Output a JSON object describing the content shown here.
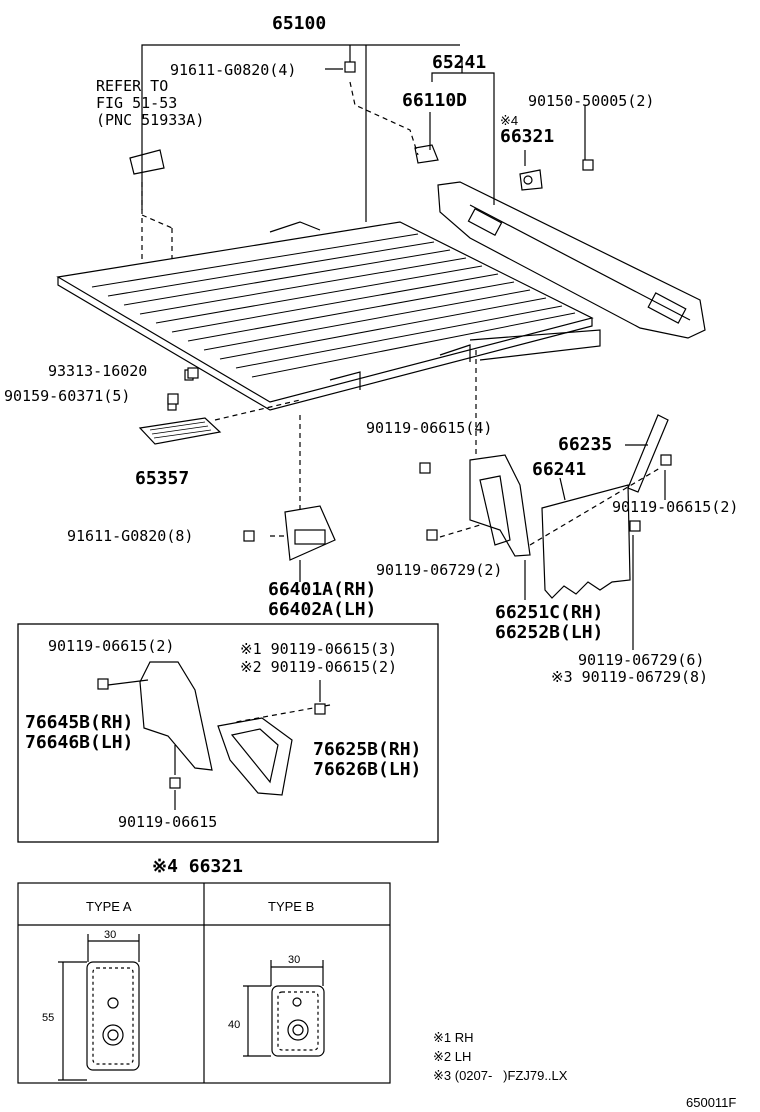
{
  "labels": {
    "p65100": "65100",
    "p65241": "65241",
    "p91611_top": "91611-G0820(4)",
    "refer1": "REFER TO",
    "refer2": "FIG 51-53",
    "refer3": "(PNC 51933A)",
    "p66110D": "66110D",
    "p90150": "90150-50005(2)",
    "mark4_a": "※4",
    "p66321": "66321",
    "p93313": "93313-16020",
    "p90159": "90159-60371(5)",
    "p65357": "65357",
    "p90119_4": "90119-06615(4)",
    "p66235": "66235",
    "p66241": "66241",
    "p90119_2r": "90119-06615(2)",
    "p91611_8": "91611-G0820(8)",
    "p90119_729_2": "90119-06729(2)",
    "p66401": "66401A(RH)",
    "p66402": "66402A(LH)",
    "p66251": "66251C(RH)",
    "p66252": "66252B(LH)",
    "p90119_729_6": "90119-06729(6)",
    "p90119_729_8": "※3 90119-06729(8)"
  },
  "inset": {
    "p90119_2": "90119-06615(2)",
    "p90119_3": "※1 90119-06615(3)",
    "p90119_2b": "※2 90119-06615(2)",
    "p76645": "76645B(RH)",
    "p76646": "76646B(LH)",
    "p76625": "76625B(RH)",
    "p76626": "76626B(LH)",
    "p90119_bottom": "90119-06615"
  },
  "table": {
    "title": "※4 66321",
    "type_a": "TYPE A",
    "type_b": "TYPE B",
    "a_width": "30",
    "a_height": "55",
    "b_width": "30",
    "b_height": "40"
  },
  "notes": {
    "n1": "※1 RH",
    "n2": "※2 LH",
    "n3": "※3 (0207-   )FZJ79..LX"
  },
  "figure_code": "650011F"
}
